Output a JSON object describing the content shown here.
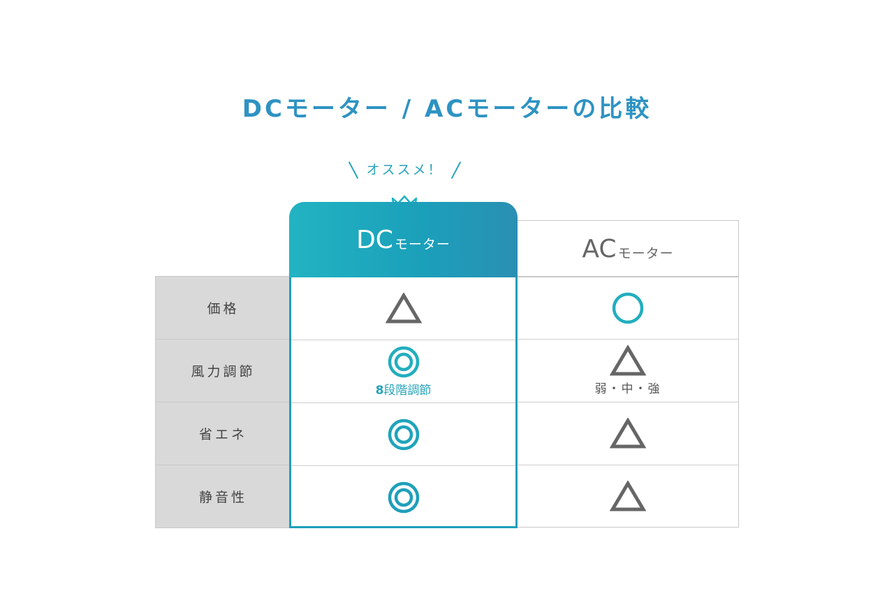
{
  "title": "DCモーター / ACモーターの比較",
  "recommend": "オススメ！",
  "dc_header": {
    "big": "DC",
    "small": "モーター"
  },
  "ac_header": {
    "big": "AC",
    "small": "モーター"
  },
  "rows": [
    {
      "label": "価格",
      "dc": "triangle-icon",
      "ac": "circle-icon"
    },
    {
      "label": "風力調節",
      "dc": "double-circle-icon",
      "dc_note_num": "8",
      "dc_note": "段階調節",
      "ac": "triangle-icon",
      "ac_note": "弱・中・強"
    },
    {
      "label": "省エネ",
      "dc": "double-circle-icon",
      "ac": "triangle-icon"
    },
    {
      "label": "静音性",
      "dc": "double-circle-icon",
      "ac": "triangle-icon"
    }
  ],
  "colors": {
    "accent": "#2e93c2",
    "teal": "#22b3c2",
    "gray": "#666666"
  }
}
